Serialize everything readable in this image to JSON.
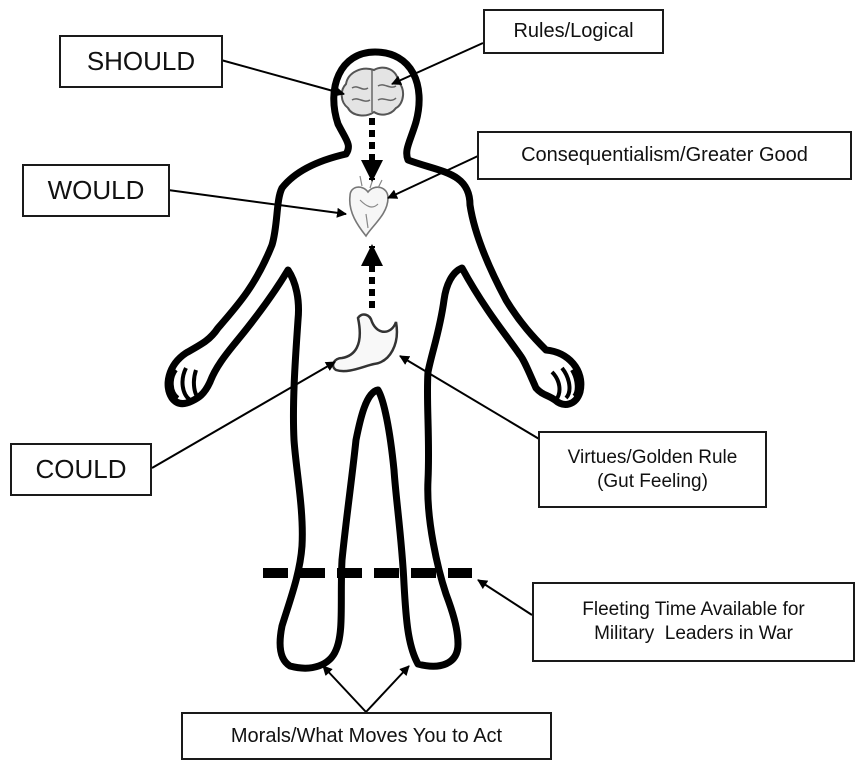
{
  "labels": {
    "should": "SHOULD",
    "rules": "Rules/Logical",
    "consequentialism": "Consequentialism/Greater Good",
    "would": "WOULD",
    "could": "COULD",
    "virtues_line1": "Virtues/Golden Rule",
    "virtues_line2": "(Gut Feeling)",
    "fleeting_line1": "Fleeting Time Available for",
    "fleeting_line2": "Military  Leaders in War",
    "morals": "Morals/What Moves You to Act"
  },
  "organs": [
    "brain-icon",
    "heart-icon",
    "stomach-icon"
  ],
  "colors": {
    "outline": "#000000",
    "box_border": "#1a1a1a",
    "text": "#111111"
  }
}
